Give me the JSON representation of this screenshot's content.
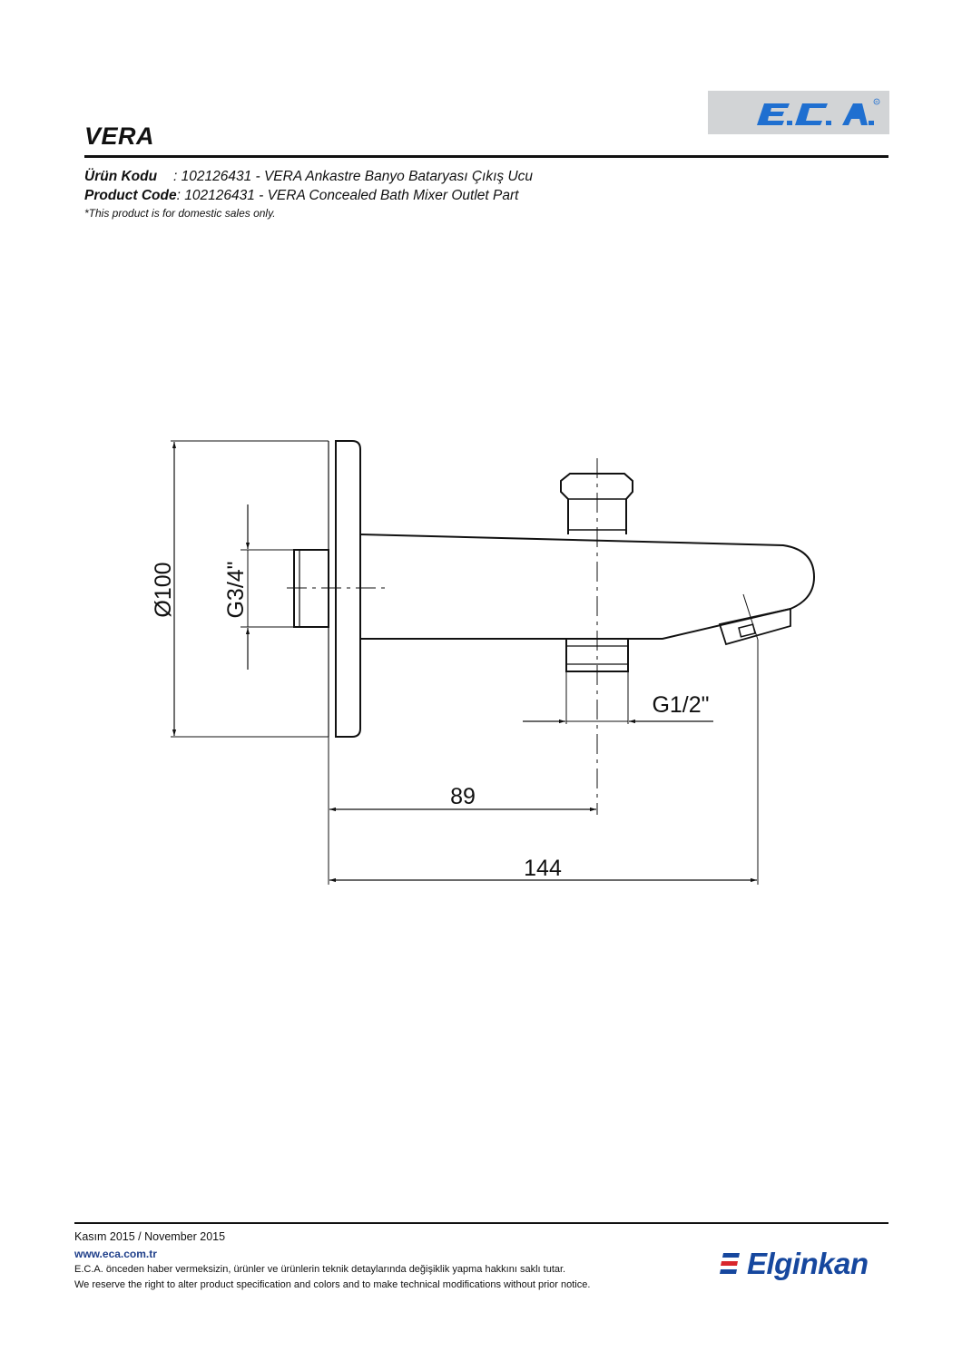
{
  "header": {
    "title": "VERA",
    "brand_logo": "E.C.A.",
    "product_code_tr_label": "Ürün Kodu",
    "product_code_tr_value": ": 102126431 - VERA Ankastre Banyo Bataryası Çıkış Ucu",
    "product_code_en_label": "Product Code",
    "product_code_en_value": ": 102126431 - VERA Concealed Bath Mixer Outlet Part",
    "note": "*This product is for domestic sales only."
  },
  "drawing": {
    "dim_diameter": "Ø100",
    "dim_inlet_thread": "G3/4\"",
    "dim_outlet_thread": "G1/2\"",
    "dim_89": "89",
    "dim_144": "144"
  },
  "footer": {
    "date": "Kasım 2015 / November 2015",
    "url": "www.eca.com.tr",
    "disclaimer_tr": "E.C.A. önceden haber vermeksizin, ürünler ve ürünlerin teknik detaylarında değişiklik yapma hakkını saklı tutar.",
    "disclaimer_en": "We reserve the right to alter product specification and colors and to make technical modifications without prior notice.",
    "company_logo": "Elginkan"
  },
  "colors": {
    "eca_blue": "#1f6fd0",
    "elginkan_blue": "#16479e",
    "elginkan_red": "#d9262c",
    "logo_bg": "#d2d4d6"
  }
}
